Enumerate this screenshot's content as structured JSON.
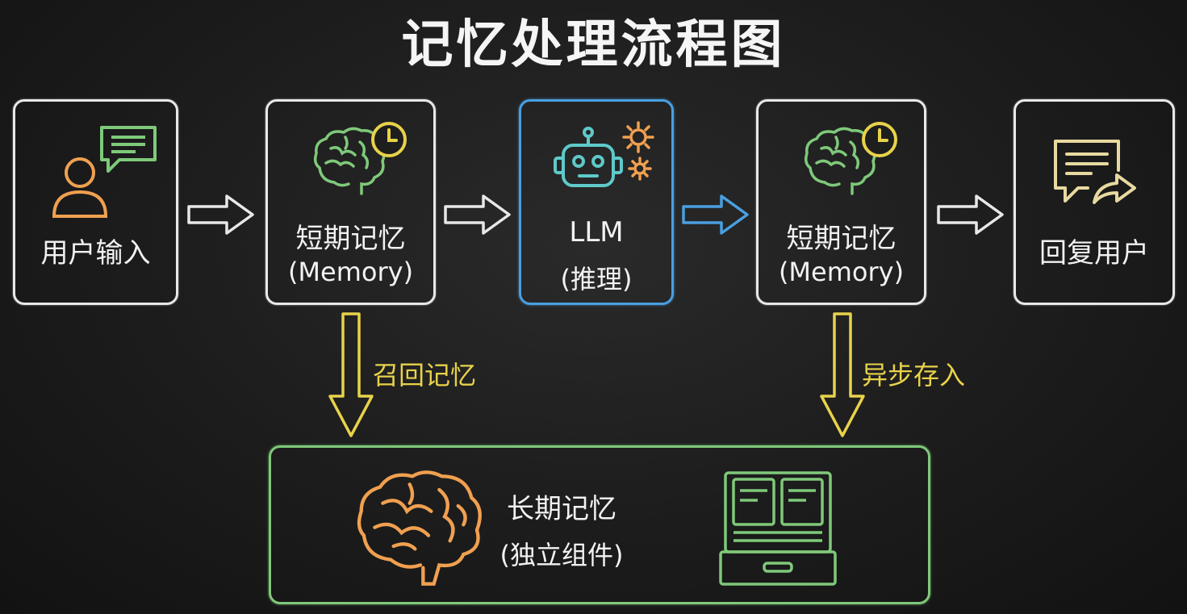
{
  "title": "记忆处理流程图",
  "nodes": {
    "user_input": {
      "label": "用户输入",
      "icons": [
        "user-icon",
        "chat-bubble-icon"
      ]
    },
    "stm_1": {
      "label": "短期记忆",
      "sub": "(Memory)",
      "icons": [
        "brain-icon",
        "clock-icon"
      ]
    },
    "llm": {
      "label": "LLM",
      "sub": "(推理)",
      "icons": [
        "robot-icon",
        "gear-icon"
      ]
    },
    "stm_2": {
      "label": "短期记忆",
      "sub": "(Memory)",
      "icons": [
        "brain-icon",
        "clock-icon"
      ]
    },
    "reply": {
      "label": "回复用户",
      "icons": [
        "reply-message-icon"
      ]
    },
    "ltm": {
      "label": "长期记忆",
      "sub": "(独立组件)",
      "icons": [
        "brain-icon",
        "file-cabinet-icon"
      ]
    }
  },
  "edges": {
    "recall": "召回记忆",
    "async_store": "异步存入"
  },
  "colors": {
    "box_border": "#e8e8e8",
    "llm_border": "#4a9fe0",
    "ltm_border": "#7fc97a",
    "edge_label": "#e8d24a",
    "brain_green": "#7fc97a",
    "brain_orange": "#f0a050",
    "clock_yellow": "#e8d24a",
    "robot_teal": "#5fc9c9",
    "gear_orange": "#f0a050",
    "reply_yellow": "#e8d9a0"
  }
}
